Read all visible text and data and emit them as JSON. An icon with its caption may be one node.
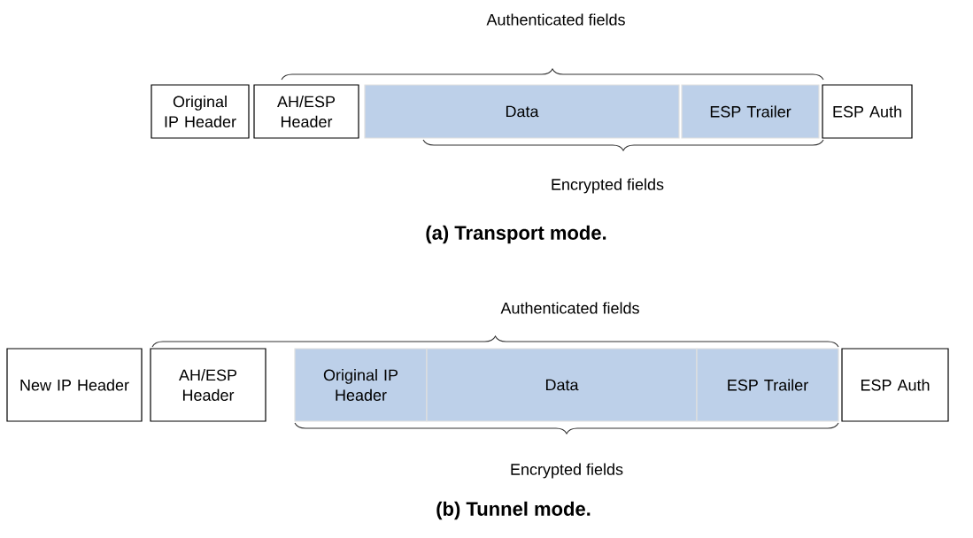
{
  "diagram": {
    "nodes": [
      {
        "text": [
          "Original IP Header"
        ]
      },
      {
        "text": [
          "AH/ESP Header"
        ]
      },
      {
        "text": [
          "Data"
        ]
      },
      {
        "text": [
          "ESP Trailer"
        ]
      },
      {
        "text": [
          "ESP Auth"
        ]
      },
      {
        "text": [
          "New IP Header"
        ]
      },
      {
        "text": [
          "AH/ESP Header"
        ]
      },
      {
        "text": [
          "Original IP Header"
        ]
      },
      {
        "text": [
          "Data"
        ]
      },
      {
        "text": [
          "ESP Trailer"
        ]
      },
      {
        "text": [
          "ESP Auth"
        ]
      }
    ],
    "labels": [
      "Authenticated fields",
      "Encrypted fields",
      "(a) Transport mode.",
      "Authenticated fields",
      "Encrypted fields",
      "(b) Tunnel mode."
    ]
  }
}
